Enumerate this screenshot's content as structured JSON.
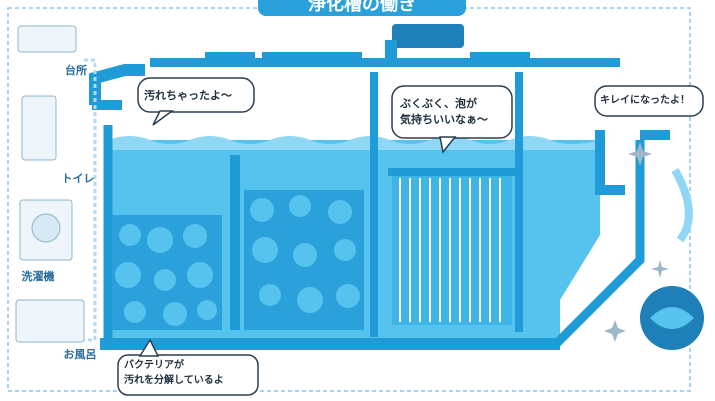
{
  "title": "浄化槽の働き",
  "sources": [
    {
      "label": "台所",
      "icon": "kitchen-sink-icon"
    },
    {
      "label": "トイレ",
      "icon": "toilet-icon"
    },
    {
      "label": "洗濯機",
      "icon": "washing-machine-icon"
    },
    {
      "label": "お風呂",
      "icon": "bathtub-icon"
    }
  ],
  "bubbles": {
    "dirty": "汚れちゃったよ〜",
    "aeration_line1": "ぶくぶく、泡が",
    "aeration_line2": "気持ちいいなぁ〜",
    "clean": "キレイになったよ！",
    "bacteria_line1": "バクテリアが",
    "bacteria_line2": "汚れを分解しているよ"
  },
  "colors": {
    "water": "#56c3ee",
    "water_dark": "#2aa1db",
    "tank_wall": "#1f9bd8",
    "background": "#ffffff"
  }
}
